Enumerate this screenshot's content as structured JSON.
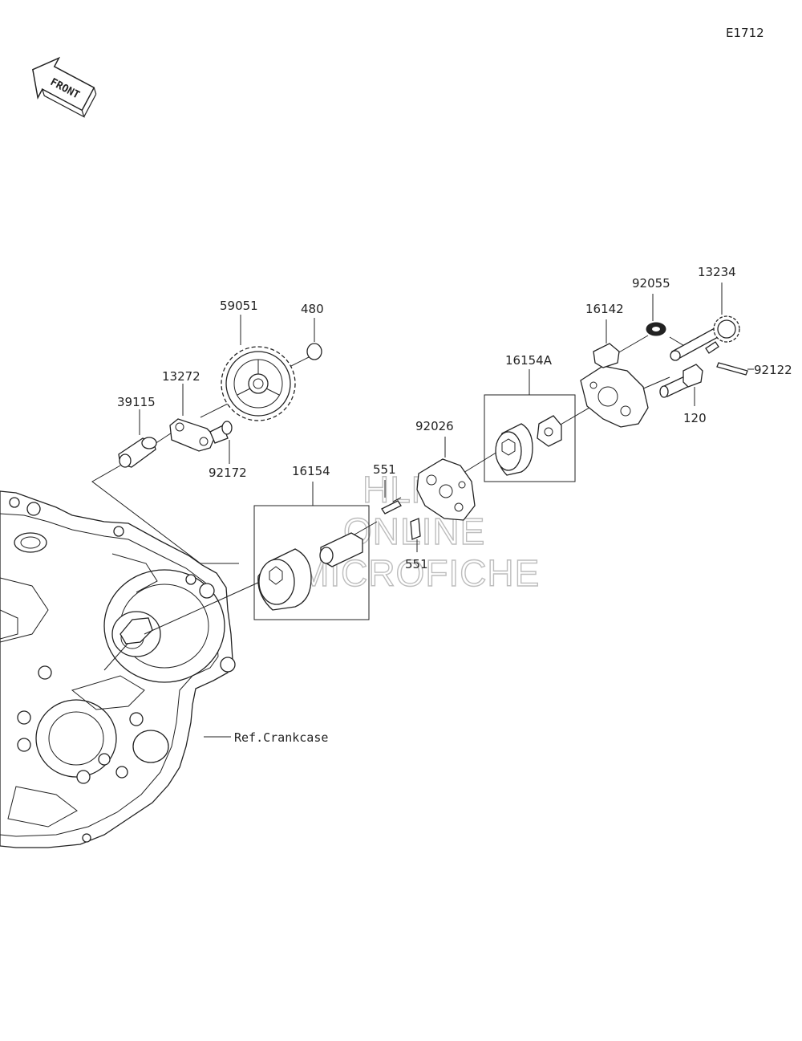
{
  "diagram_code": "E1712",
  "front_arrow_label": "FRONT",
  "reference_label": "Ref.Crankcase",
  "watermark": [
    "HLM",
    "ONLINE",
    "MICROFICHE"
  ],
  "parts": {
    "p39115": "39115",
    "p13272": "13272",
    "p59051": "59051",
    "p480": "480",
    "p92172": "92172",
    "p16154": "16154",
    "p551a": "551",
    "p551b": "551",
    "p92026": "92026",
    "p16154A": "16154A",
    "p16142": "16142",
    "p92055": "92055",
    "p13234": "13234",
    "p92122": "92122",
    "p120": "120"
  }
}
